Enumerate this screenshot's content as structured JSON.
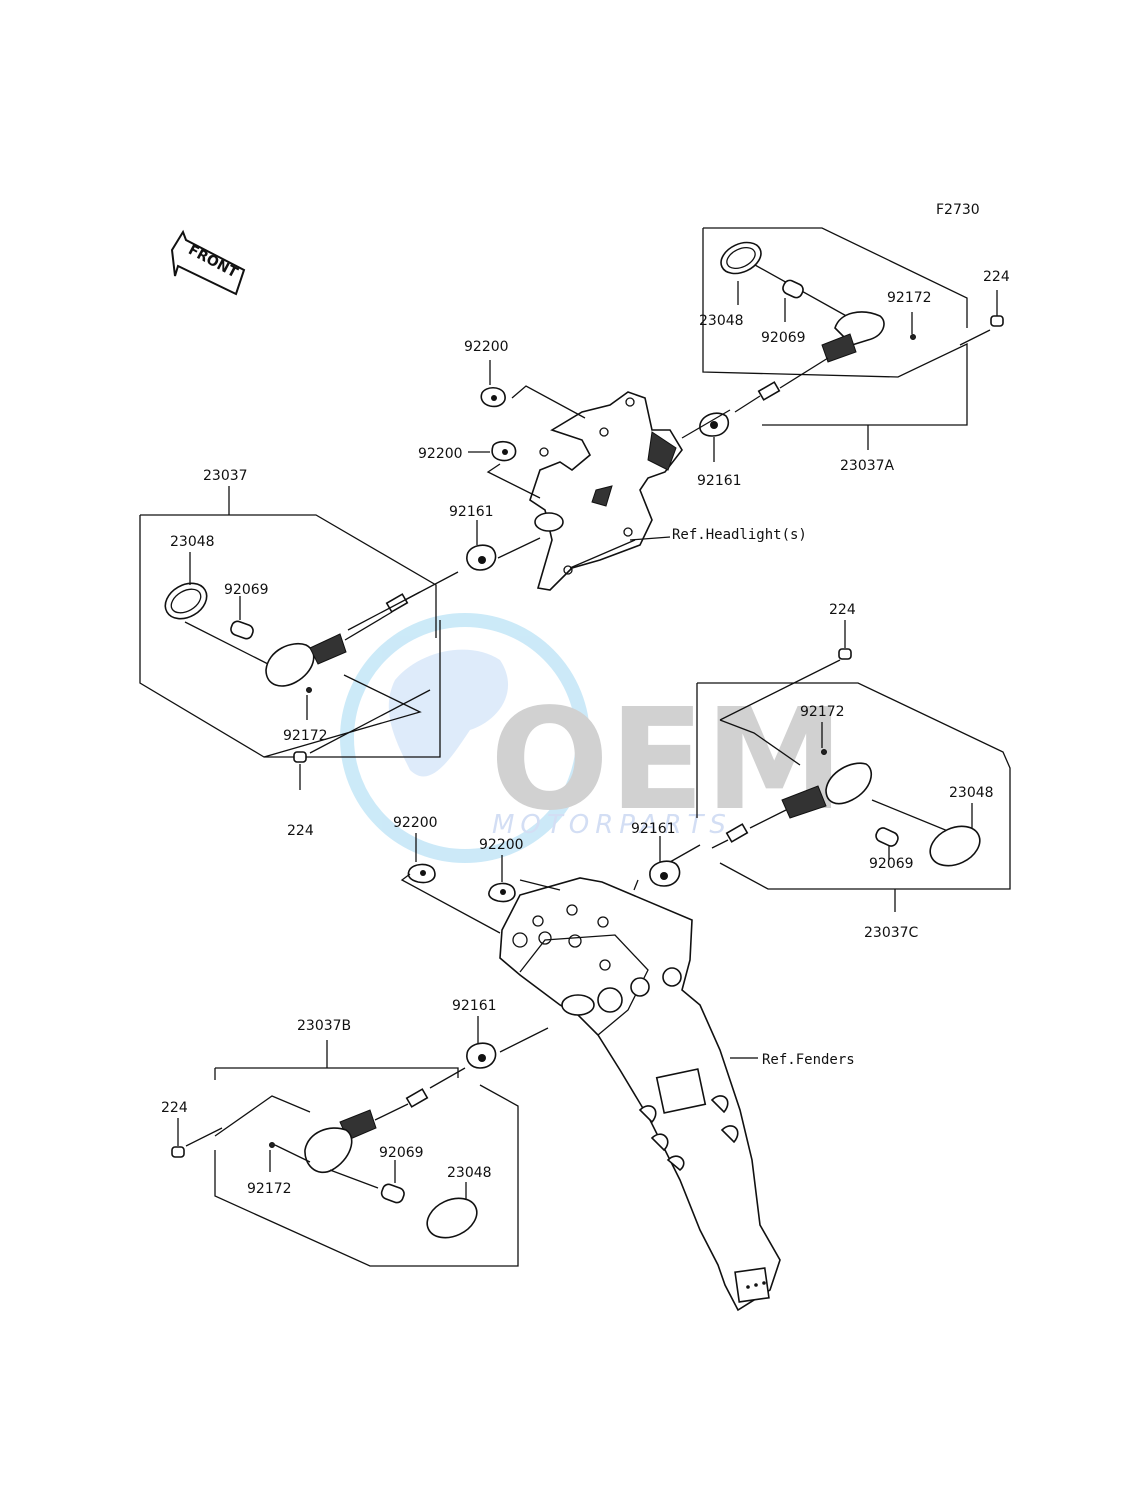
{
  "diagram": {
    "code": "F2730",
    "front_label": "FRONT",
    "watermark": {
      "brand": "OEM",
      "sub": "MOTORPARTS",
      "color": "#9fb8e8"
    },
    "labels": {
      "a_23048": "23048",
      "a_92069": "92069",
      "a_92172": "92172",
      "a_224": "224",
      "a_23037A": "23037A",
      "a_92161": "92161",
      "top_92200_1": "92200",
      "top_92200_2": "92200",
      "ref_headlight": "Ref.Headlight(s)",
      "l_23037": "23037",
      "l_23048": "23048",
      "l_92069": "92069",
      "l_92161": "92161",
      "l_92172": "92172",
      "l_224": "224",
      "c_224": "224",
      "c_92172": "92172",
      "c_23048": "23048",
      "c_92069": "92069",
      "c_92161": "92161",
      "c_23037C": "23037C",
      "mid_92200_1": "92200",
      "mid_92200_2": "92200",
      "ref_fenders": "Ref.Fenders",
      "b_23037B": "23037B",
      "b_92161": "92161",
      "b_224": "224",
      "b_92069": "92069",
      "b_23048": "23048",
      "b_92172": "92172"
    }
  }
}
